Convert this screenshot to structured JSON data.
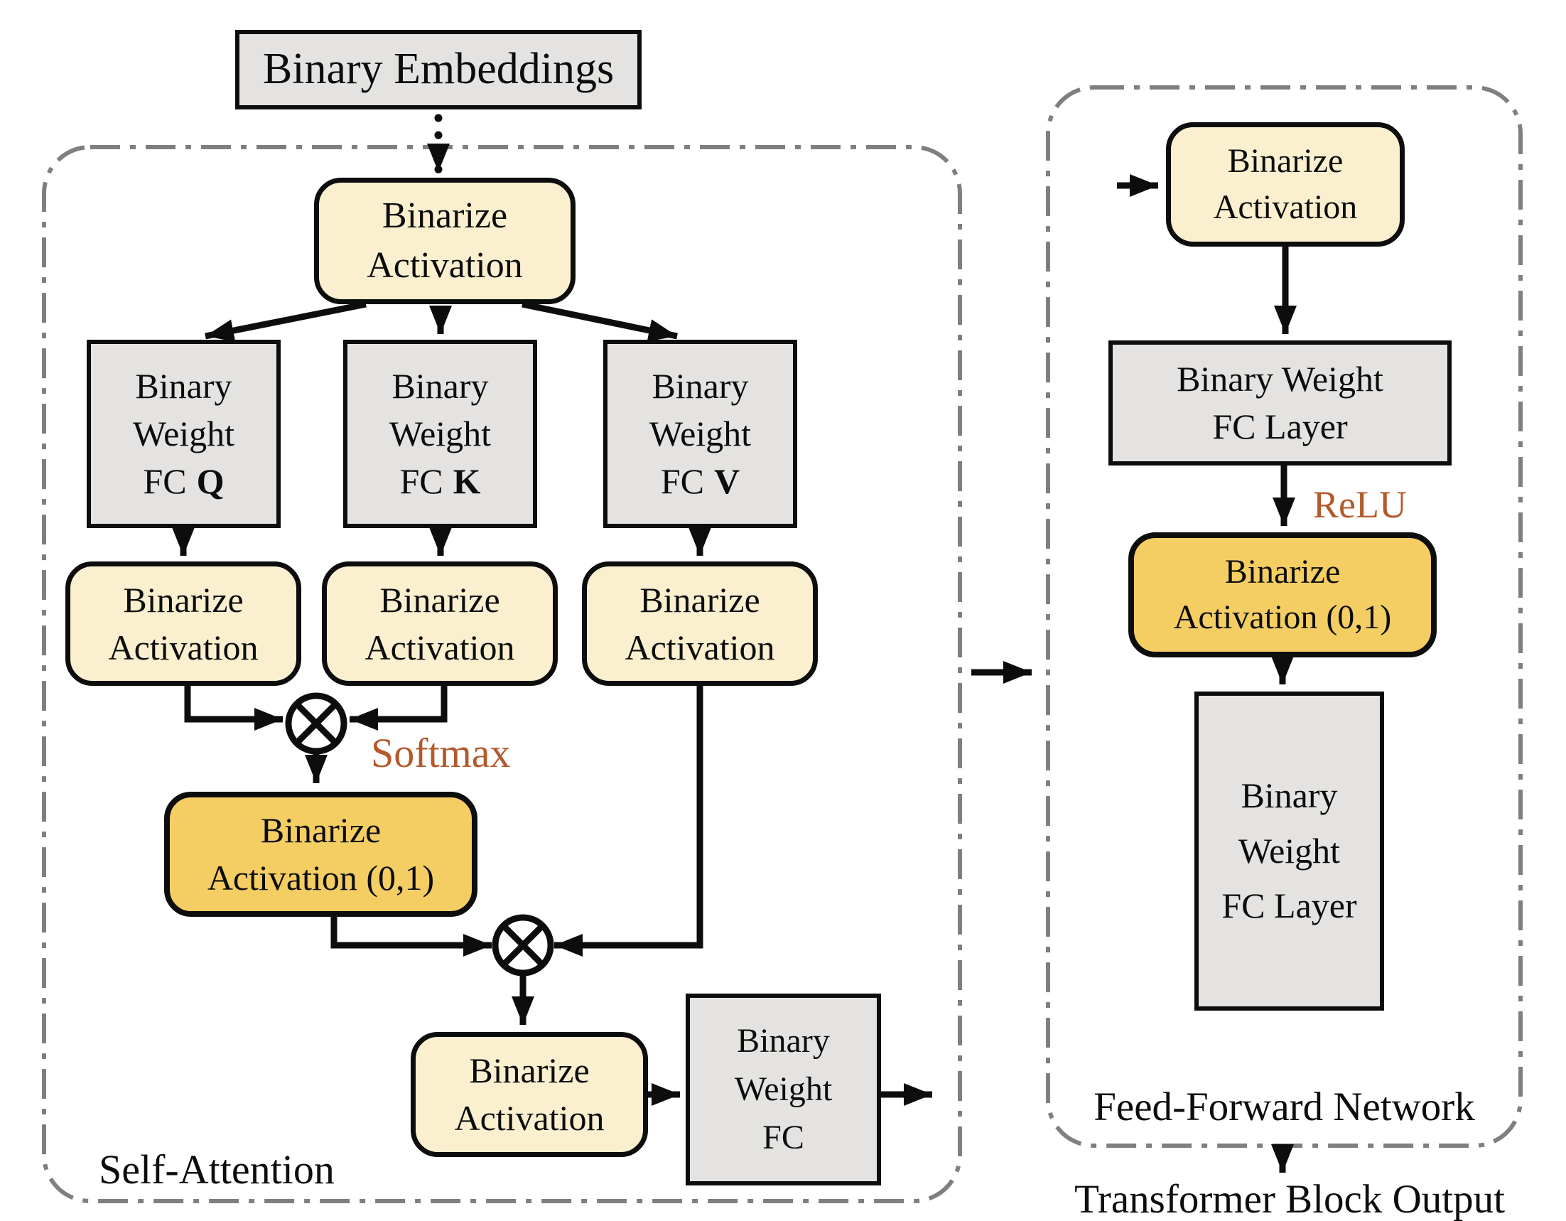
{
  "colors": {
    "background": "#ffffff",
    "box_gray_fill": "#e4e3e1",
    "box_cream_fill": "#faf0cf",
    "box_gold_fill": "#f4ce63",
    "accent_text": "#b4592c",
    "panel_dash_border": "#7f7f7f",
    "line_black": "#0d0d0d"
  },
  "icons": {
    "matmul": "circle-times-multiply-icon"
  },
  "diagram": {
    "embeddings": {
      "label": "Binary Embeddings"
    },
    "self_attention": {
      "title": "Self-Attention",
      "binarize_top": "Binarize\nActivation",
      "fc_q": {
        "top": "Binary\nWeight",
        "fc": "FC",
        "letter": "Q"
      },
      "fc_k": {
        "top": "Binary\nWeight",
        "fc": "FC",
        "letter": "K"
      },
      "fc_v": {
        "top": "Binary\nWeight",
        "fc": "FC",
        "letter": "V"
      },
      "binarize_q": "Binarize\nActivation",
      "binarize_k": "Binarize\nActivation",
      "binarize_v": "Binarize\nActivation",
      "softmax": "Softmax",
      "binarize_01": "Binarize\nActivation (0,1)",
      "binarize_out": "Binarize\nActivation",
      "fc_out": "Binary\nWeight\nFC"
    },
    "ffn": {
      "title": "Feed-Forward Network",
      "binarize_top": "Binarize\nActivation",
      "fc1": "Binary Weight\nFC Layer",
      "relu": "ReLU",
      "binarize_01": "Binarize\nActivation (0,1)",
      "fc2": "Binary\nWeight\nFC Layer"
    },
    "output_label": "Transformer Block Output"
  }
}
